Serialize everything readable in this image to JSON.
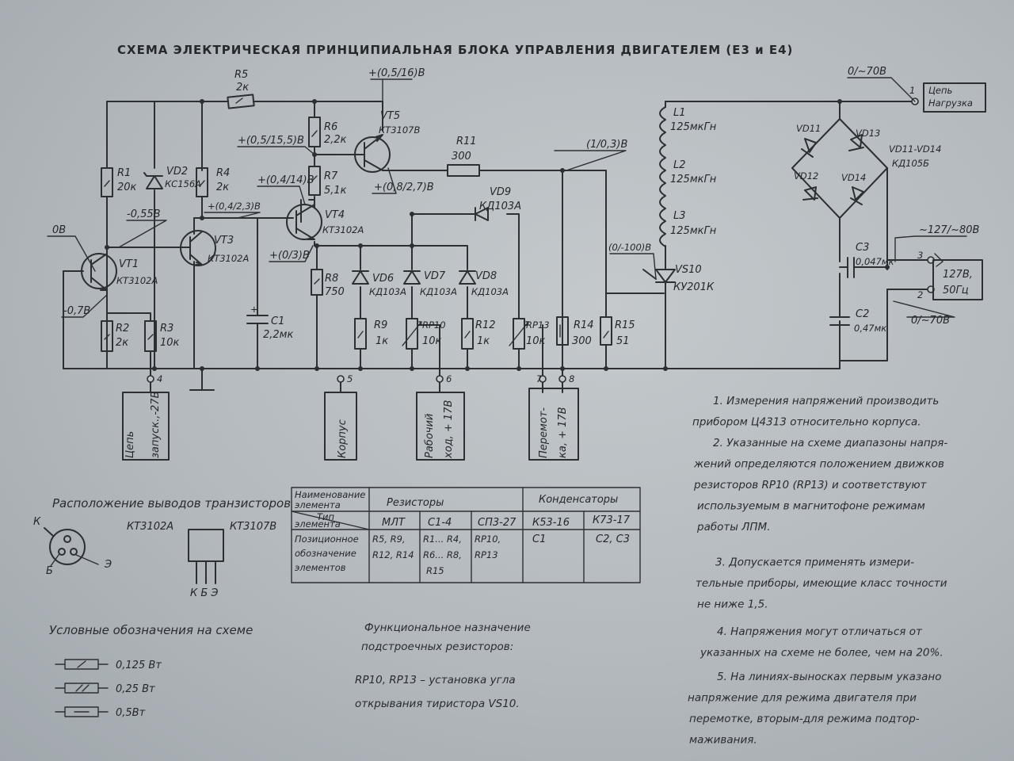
{
  "title": "СХЕМА ЭЛЕКТРИЧЕСКАЯ ПРИНЦИПИАЛЬНАЯ  БЛОКА УПРАВЛЕНИЯ ДВИГАТЕЛЕМ (Е3 и Е4)",
  "components": {
    "r5": {
      "ref": "R5",
      "value": "2к"
    },
    "r1": {
      "ref": "R1",
      "value": "20к"
    },
    "vd2": {
      "ref": "VD2",
      "value": "КС156А"
    },
    "r4": {
      "ref": "R4",
      "value": "2к"
    },
    "r6": {
      "ref": "R6",
      "value": "2,2к"
    },
    "r7": {
      "ref": "R7",
      "value": "5,1к"
    },
    "vt5": {
      "ref": "VT5",
      "value": "КТ3107В"
    },
    "r11": {
      "ref": "R11",
      "value": "300"
    },
    "vd9": {
      "ref": "VD9",
      "value": "КД103А"
    },
    "vt4": {
      "ref": "VT4",
      "value": "КТ3102А"
    },
    "vt3": {
      "ref": "VT3",
      "value": "КТ3102А"
    },
    "vt1": {
      "ref": "VT1",
      "value": "КТ3102А"
    },
    "r2": {
      "ref": "R2",
      "value": "2к"
    },
    "r3": {
      "ref": "R3",
      "value": "10к"
    },
    "c1": {
      "ref": "C1",
      "value": "2,2мк"
    },
    "r8": {
      "ref": "R8",
      "value": "750"
    },
    "vd6": {
      "ref": "VD6",
      "value": "КД103А"
    },
    "vd7": {
      "ref": "VD7",
      "value": "КД103А"
    },
    "vd8": {
      "ref": "VD8",
      "value": "КД103А"
    },
    "r9": {
      "ref": "R9",
      "value": "1к"
    },
    "rp10": {
      "ref": "RP10",
      "value": "10к"
    },
    "r12": {
      "ref": "R12",
      "value": "1к"
    },
    "rp13": {
      "ref": "RP13",
      "value": "10к"
    },
    "r14": {
      "ref": "R14",
      "value": "300"
    },
    "r15": {
      "ref": "R15",
      "value": "51"
    },
    "l1": {
      "ref": "L1",
      "value": "125мкГн"
    },
    "l2": {
      "ref": "L2",
      "value": "125мкГн"
    },
    "l3": {
      "ref": "L3",
      "value": "125мкГн"
    },
    "vs10": {
      "ref": "VS10",
      "value": "КУ201К"
    },
    "vd11": {
      "ref": "VD11"
    },
    "vd12": {
      "ref": "VD12"
    },
    "vd13": {
      "ref": "VD13"
    },
    "vd14": {
      "ref": "VD14"
    },
    "bridge": {
      "ref": "VD11-VD14",
      "value": "КД105Б"
    },
    "c3": {
      "ref": "C3",
      "value": "0,047мк"
    },
    "c2": {
      "ref": "C2",
      "value": "0,47мк"
    }
  },
  "voltages": {
    "v_vt5_e": "+(0,5/16)В",
    "v_r6": "+(0,5/15,5)В",
    "v_vt4_c": "+(0,4/14)В",
    "v_vt5_b": "+(0,8/2,7)В",
    "v_r4": "+(0,4/2,3)В",
    "v_vt4_e": "+(0/3)В",
    "v_r11": "(1/0,3)В",
    "v_r1": "-0,55В",
    "v_0b": "0В",
    "v_vt1_e": "-0,7В",
    "v_gate": "(0/-100)В",
    "v_top": "0/~70В",
    "v_mid": "~127/~80В",
    "v_bot": "0/~70В"
  },
  "pins": {
    "p1": "1",
    "p2": "2",
    "p3": "3",
    "p4": "4",
    "p5": "5",
    "p6": "6",
    "p7": "7",
    "p8": "8",
    "load": "Цепь\nНагрузка",
    "supply": "127В,\n50Гц"
  },
  "connectors": {
    "c4": "Цепь запуск.,-27В",
    "c5": "Корпус",
    "c6": "Рабочий ход, + 17В",
    "c78": "Перемот-ка, + 17В"
  },
  "notes": [
    "1. Измерения напряжений производить",
    "прибором Ц4313 относительно корпуса.",
    "2. Указанные на схеме диапазоны напря-",
    "жений определяются положением движков",
    "резисторов RP10 (RP13) и соответствуют",
    "используемым в магнитофоне режимам",
    "работы ЛПМ.",
    "3. Допускается применять измери-",
    "тельные приборы, имеющие класс точности",
    "не ниже 1,5.",
    "4. Напряжения могут отличаться от",
    "указанных на схеме не более, чем на 20%.",
    "5. На линиях-выносках первым указано",
    "напряжение для режима двигателя при",
    "перемотке, вторым-для режима подтор-",
    "маживания."
  ],
  "pinout": {
    "heading": "Расположение выводов транзисторов",
    "kt3102": "КТ3102А",
    "kt3107": "КТ3107В",
    "k": "К",
    "b": "Б",
    "e": "Э",
    "keb": "К Б Э"
  },
  "table": {
    "h_name": "Наименование элемента",
    "h_type": "Тип элемента",
    "h_pos": "Позиционное обозначение элементов",
    "g_res": "Резисторы",
    "g_cap": "Конденсаторы",
    "t1": "МЛТ",
    "t2": "С1-4",
    "t3": "СП3-27",
    "t4": "К53-16",
    "t5": "К73-17",
    "p1": "R5, R9, R12, R14",
    "p2": "R1... R4, R6... R8, R15",
    "p3": "RP10, RP13",
    "p4": "С1",
    "p5": "С2, С3"
  },
  "legend": {
    "heading": "Условные обозначения на схеме",
    "w1": "0,125 Вт",
    "w2": "0,25 Вт",
    "w3": "0,5Вт"
  },
  "function": {
    "heading1": "Функциональное назначение",
    "heading2": "подстроечных резисторов:",
    "line1": "RP10, RP13 – установка угла",
    "line2": "открывания тиристора VS10."
  }
}
